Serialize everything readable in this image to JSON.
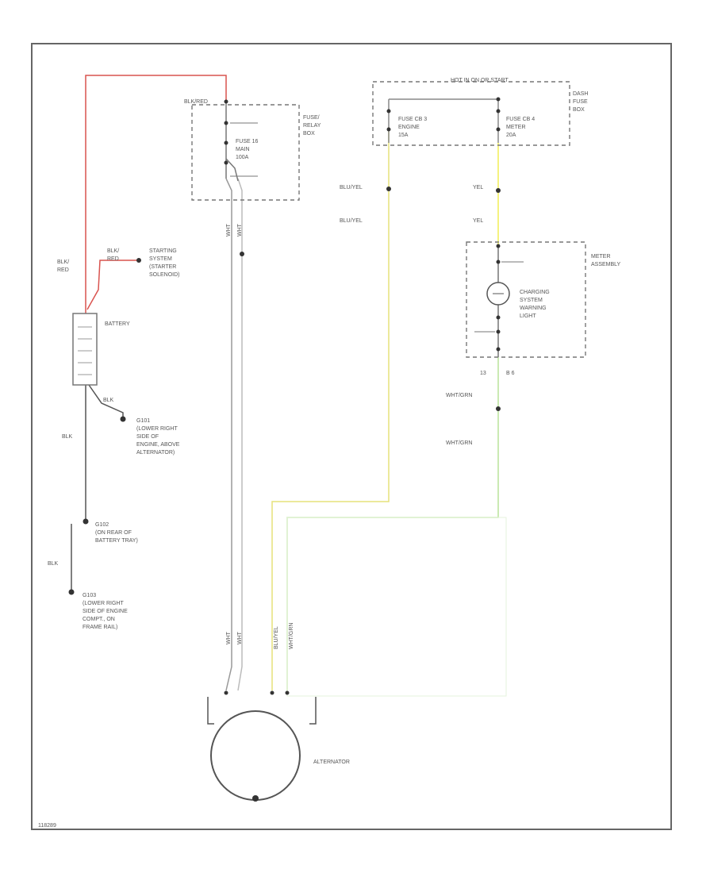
{
  "components": {
    "fuse_relay_box": [
      "FUSE/",
      "RELAY",
      "BOX"
    ],
    "fuse_16": [
      "FUSE 16",
      "MAIN",
      "100A"
    ],
    "hot_in_on_or_start": "HOT IN ON OR START",
    "dash_fuse_box": [
      "DASH",
      "FUSE",
      "BOX"
    ],
    "fuse_3": [
      "FUSE CB 3",
      "ENGINE",
      "15A"
    ],
    "fuse_4": [
      "FUSE CB 4",
      "METER",
      "20A"
    ],
    "starting_system": [
      "STARTING",
      "SYSTEM",
      "(STARTER",
      "SOLENOID)"
    ],
    "battery": "BATTERY",
    "meter_assembly": [
      "METER",
      "ASSEMBLY"
    ],
    "charging_light": [
      "CHARGING",
      "SYSTEM",
      "WARNING",
      "LIGHT"
    ],
    "g101": [
      "G101",
      "(LOWER RIGHT",
      "SIDE OF",
      "ENGINE, ABOVE",
      "ALTERNATOR)"
    ],
    "g102": [
      "G102",
      "(ON REAR OF",
      "BATTERY TRAY)"
    ],
    "g103": [
      "G103",
      "(LOWER RIGHT",
      "SIDE OF ENGINE",
      "COMPT., ON",
      "FRAME RAIL)"
    ],
    "alternator": "ALTERNATOR",
    "meter_connectors": [
      "13",
      "B 6"
    ]
  },
  "wires": {
    "blk_red": [
      "BLK/",
      "RED"
    ],
    "blk_red_top": "BLK/RED",
    "blk_red_starter": [
      "BLK/",
      "RED"
    ],
    "blk": "BLK",
    "blk_ground": "BLK",
    "blk_lower": "BLK",
    "blu_yel": "BLU/YEL",
    "yel": "YEL",
    "wht_grn": "WHT/GRN",
    "wht": "WHT",
    "blu_yel_v": "BLU/YEL",
    "wht_grn_v": "WHT/GRN"
  },
  "footer": {
    "figure_id": "118289"
  },
  "colors": {
    "border": "#666666",
    "battery_wire": "#d9534f",
    "yellow_wire": "#e6e27a",
    "green_wire": "#b9e39a",
    "wire_grey": "#888888"
  }
}
